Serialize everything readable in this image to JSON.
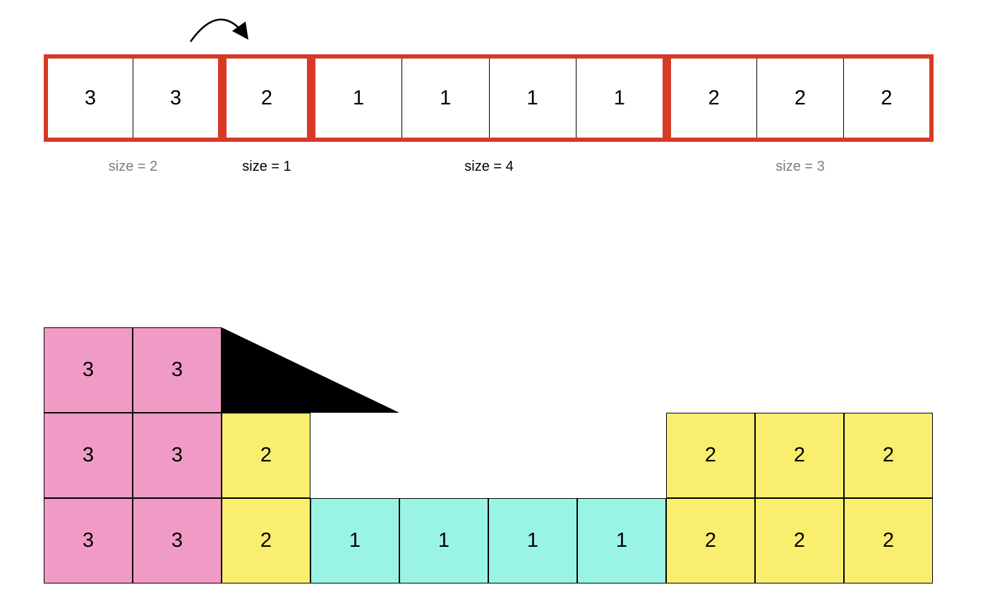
{
  "array": {
    "values": [
      3,
      3,
      2,
      1,
      1,
      1,
      1,
      2,
      2,
      2
    ],
    "groups": [
      {
        "label": "size = 2",
        "label_style": "muted",
        "cells": [
          "3",
          "3"
        ]
      },
      {
        "label": "size = 1",
        "label_style": "strong",
        "cells": [
          "2"
        ]
      },
      {
        "label": "size = 4",
        "label_style": "strong",
        "cells": [
          "1",
          "1",
          "1",
          "1"
        ]
      },
      {
        "label": "size = 3",
        "label_style": "muted",
        "cells": [
          "2",
          "2",
          "2"
        ]
      }
    ],
    "arrow": "curved arrow from group of 3s to the single 2 cell"
  },
  "histogram": {
    "rows": [
      {
        "cells": [
          "3",
          "3",
          "",
          "",
          "",
          "",
          "",
          "",
          "",
          ""
        ]
      },
      {
        "cells": [
          "3",
          "3",
          "2",
          "",
          "",
          "",
          "",
          "2",
          "2",
          "2"
        ]
      },
      {
        "cells": [
          "3",
          "3",
          "2",
          "1",
          "1",
          "1",
          "1",
          "2",
          "2",
          "2"
        ]
      }
    ],
    "bar_heights": [
      3,
      3,
      2,
      1,
      1,
      1,
      1,
      2,
      2,
      2
    ],
    "triangle": "black right triangle sloping from height 3 down to height 2 over columns 3-4"
  },
  "colors": {
    "group_border": "#D63A26",
    "pink": "#F09BC5",
    "yellow": "#FAEE6E",
    "cyan": "#99F4E3",
    "muted_label": "#7D7D7D",
    "triangle": "#000000",
    "cell_line": "#000000"
  }
}
